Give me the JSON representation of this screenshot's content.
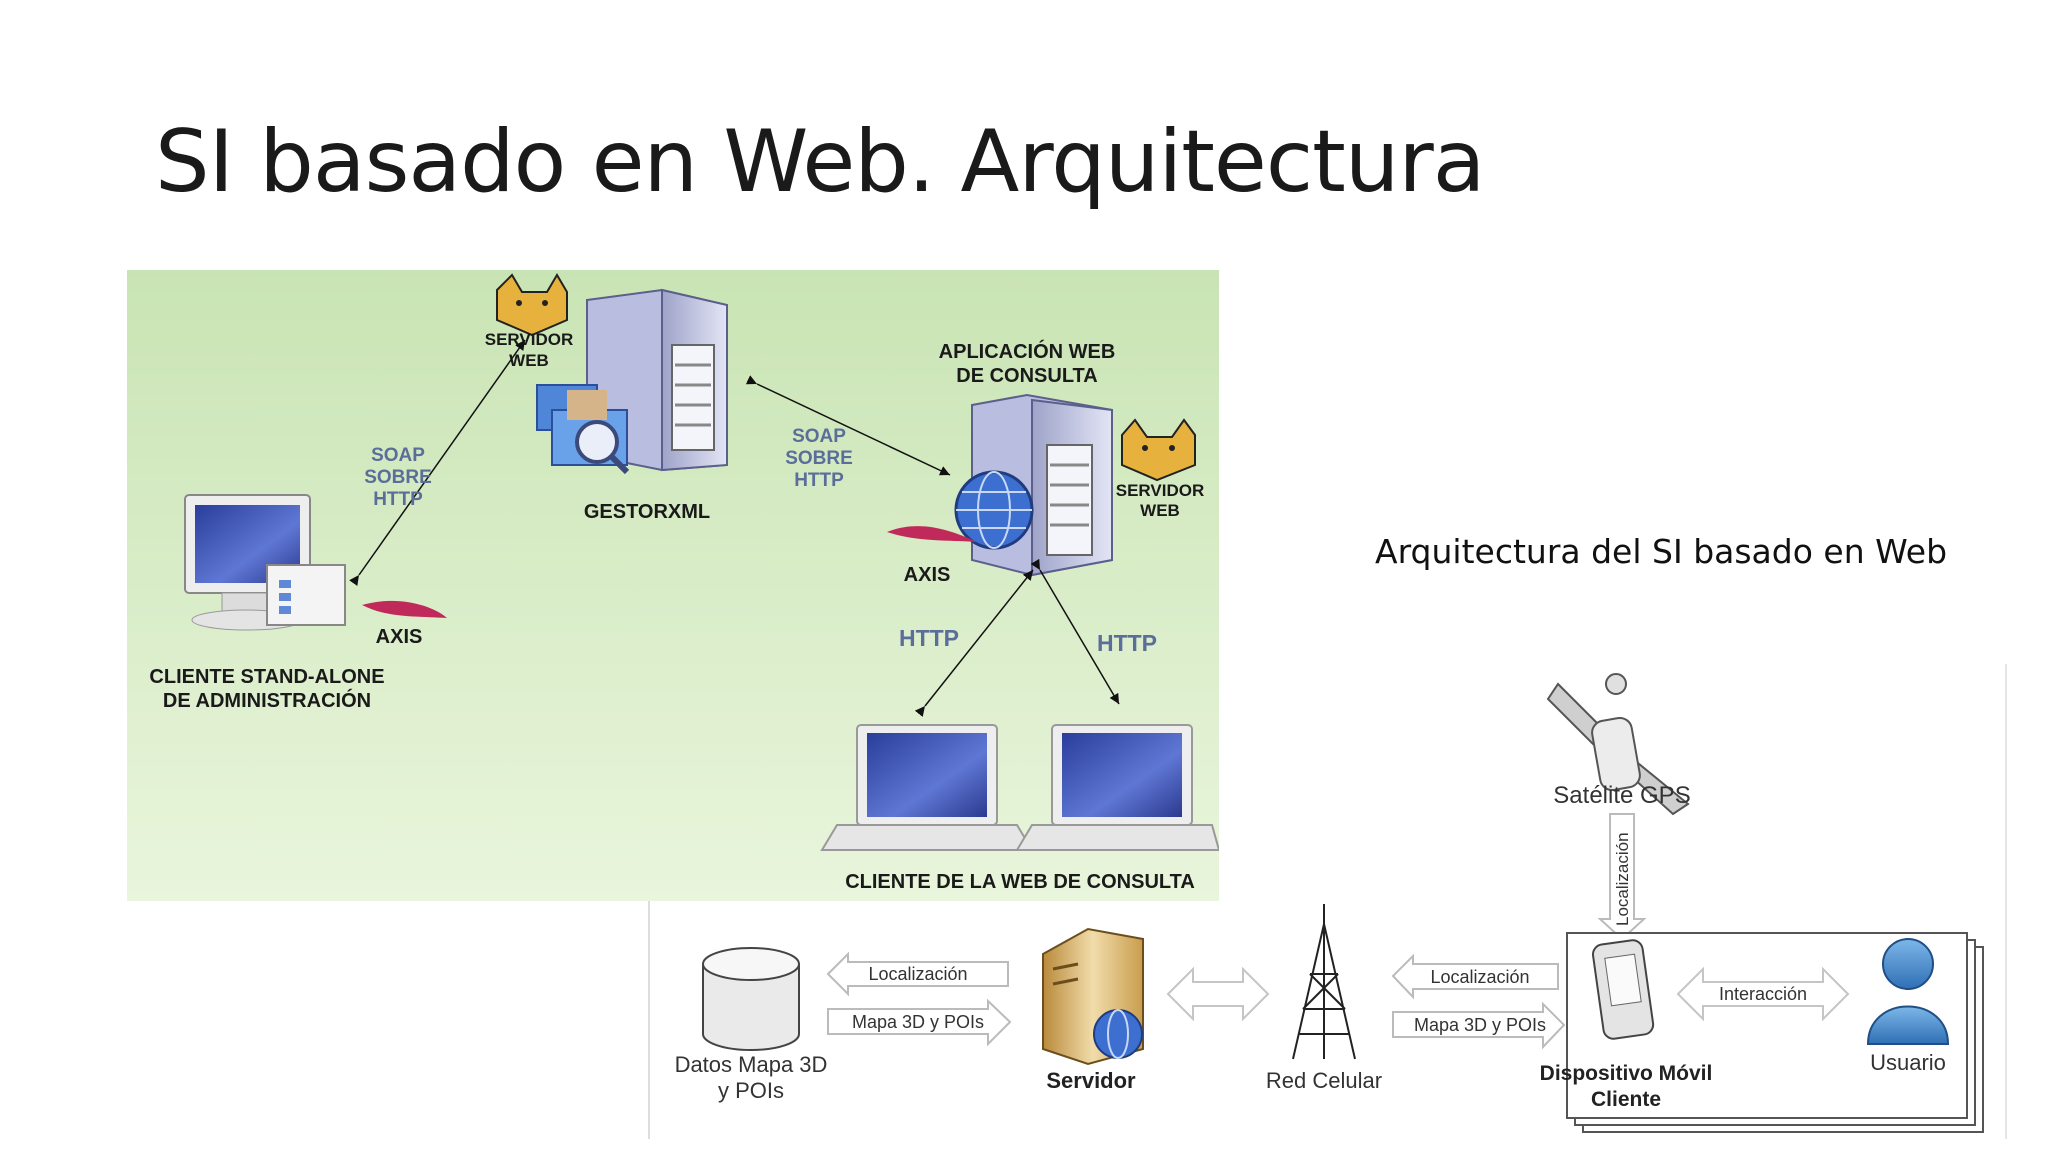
{
  "slide": {
    "title": "SI basado en Web. Arquitectura",
    "caption": "Arquitectura del SI basado en Web"
  },
  "diagram1": {
    "servidor_web_top": [
      "SERVIDOR",
      "WEB"
    ],
    "gestorxml": "GESTORXML",
    "aplicacion_web": [
      "APLICACIÓN WEB",
      "DE CONSULTA"
    ],
    "servidor_web_right": [
      "SERVIDOR",
      "WEB"
    ],
    "soap_left": [
      "SOAP",
      "SOBRE",
      "HTTP"
    ],
    "soap_right": [
      "SOAP",
      "SOBRE",
      "HTTP"
    ],
    "axis_left": "AXIS",
    "axis_right": "AXIS",
    "cliente_standalone": [
      "CLIENTE STAND-ALONE",
      "DE ADMINISTRACIÓN"
    ],
    "http_left": "HTTP",
    "http_right": "HTTP",
    "cliente_web": "CLIENTE DE LA WEB DE CONSULTA",
    "colors": {
      "bg_top": "#c9e4b4",
      "bg_bottom": "#e6f3d8",
      "label_blue": "#5b6e9a"
    }
  },
  "diagram2": {
    "satelite": "Satélite GPS",
    "localizacion_vertical": "Localización",
    "datos": [
      "Datos Mapa 3D",
      "y POIs"
    ],
    "localizacion_left": "Localización",
    "mapa_left": "Mapa 3D y POIs",
    "servidor": "Servidor",
    "red": "Red Celular",
    "localizacion_right": "Localización",
    "mapa_right": "Mapa 3D y POIs",
    "interaccion": "Interacción",
    "dispositivo": [
      "Dispositivo Móvil",
      "Cliente"
    ],
    "usuario": "Usuario"
  }
}
